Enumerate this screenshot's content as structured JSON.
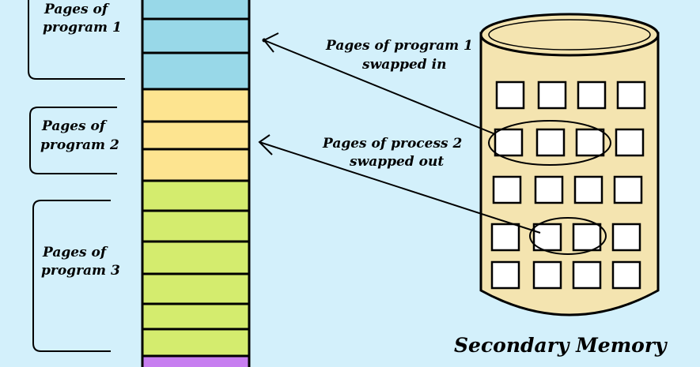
{
  "labels": {
    "program1_line1": "Pages of",
    "program1_line2": "program 1",
    "program2_line1": "Pages of",
    "program2_line2": "program 2",
    "program3_line1": "Pages of",
    "program3_line2": "program 3",
    "swapped_in_line1": "Pages  of program 1",
    "swapped_in_line2": "swapped in",
    "swapped_out_line1": "Pages of process  2",
    "swapped_out_line2": "swapped out",
    "secondary_memory": "Secondary Memory"
  },
  "colors": {
    "background": "#d3f0fb",
    "program1": "#98d8e8",
    "program2": "#fde490",
    "program3": "#d4ec6e",
    "next_page": "#c77ef0",
    "cylinder": "#f4e4b0"
  }
}
